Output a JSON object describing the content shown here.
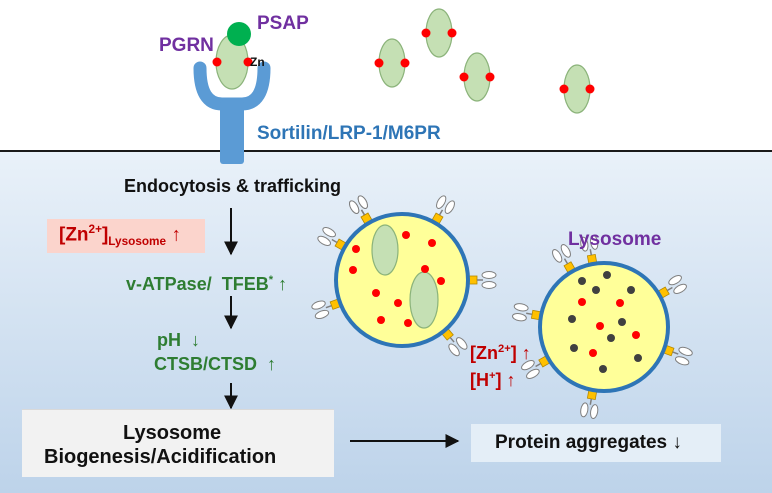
{
  "labels": {
    "pgrn": "PGRN",
    "psap": "PSAP",
    "zn_binding": "Zn",
    "receptor": "Sortilin/LRP-1/M6PR",
    "endocytosis": "Endocytosis & trafficking",
    "zn_lysosome": {
      "base": "[Zn",
      "sup": "2+",
      "close": "]",
      "sub": "Lysosome",
      "arrow": "↑"
    },
    "vatpase": "v-ATPase/  TFEB",
    "vatpase_sup": "*",
    "vatpase_arrow": "↑",
    "ph": "pH",
    "ph_arrow": "↓",
    "ctsb": "CTSB/CTSD",
    "ctsb_arrow": "↑",
    "biogenesis_line1": "Lysosome",
    "biogenesis_line2": "Biogenesis/Acidification",
    "aggregates": "Protein aggregates ↓",
    "lysosome": "Lysosome",
    "zn_ion": {
      "base": "[Zn",
      "sup": "2+",
      "close": "]",
      "arrow": "↑"
    },
    "h_ion": {
      "base": "[H",
      "sup": "+",
      "close": "]",
      "arrow": "↑"
    }
  },
  "colors": {
    "intracellular_top": "#e9f1f9",
    "intracellular_bottom": "#bdd3ea",
    "membrane": "#1a1a1a",
    "pgrn_fill": "#c5e0b4",
    "psap_fill": "#00b050",
    "zinc": "#ff0000",
    "proton": "#404040",
    "receptor": "#5b9bd5",
    "lysosome_fill": "#ffff99",
    "lysosome_border": "#2e75b6",
    "pump": "#ffc000"
  }
}
